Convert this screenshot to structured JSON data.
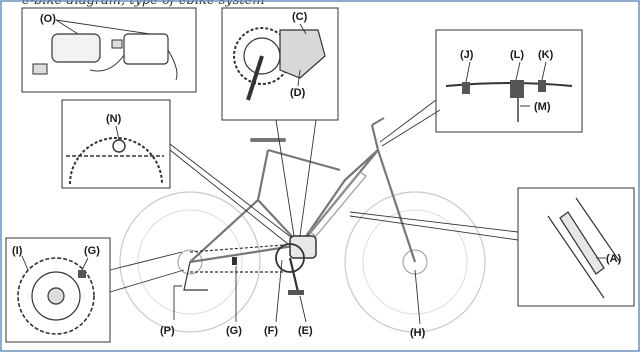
{
  "caption": "e-bike diagram, type of ebike system",
  "labels": {
    "A": "(A)",
    "C": "(C)",
    "D": "(D)",
    "E": "(E)",
    "F": "(F)",
    "G1": "(G)",
    "G2": "(G)",
    "H": "(H)",
    "I": "(I)",
    "J": "(J)",
    "K": "(K)",
    "L": "(L)",
    "M": "(M)",
    "N": "(N)",
    "O": "(O)",
    "P": "(P)"
  },
  "colors": {
    "line": "#333333",
    "frame": "#555555",
    "wheel": "#bdbdbd",
    "border": "#6a8fbf"
  }
}
